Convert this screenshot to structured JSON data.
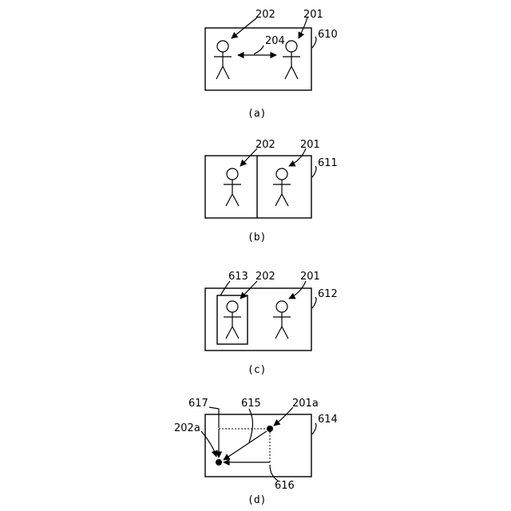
{
  "colors": {
    "ink": "#000000",
    "background": "#ffffff"
  },
  "panel_a": {
    "caption": "(a)",
    "labels": {
      "person_left": "202",
      "person_right": "201",
      "relation": "204",
      "frame": "610"
    }
  },
  "panel_b": {
    "caption": "(b)",
    "labels": {
      "person_left": "202",
      "person_right": "201",
      "frame": "611"
    }
  },
  "panel_c": {
    "caption": "(c)",
    "labels": {
      "box": "613",
      "person_left": "202",
      "person_right": "201",
      "frame": "612"
    }
  },
  "panel_d": {
    "caption": "(d)",
    "labels": {
      "vertical_path": "617",
      "diagonal_path": "615",
      "point_right": "201a",
      "point_left": "202a",
      "frame": "614",
      "horizontal_path": "616"
    }
  }
}
